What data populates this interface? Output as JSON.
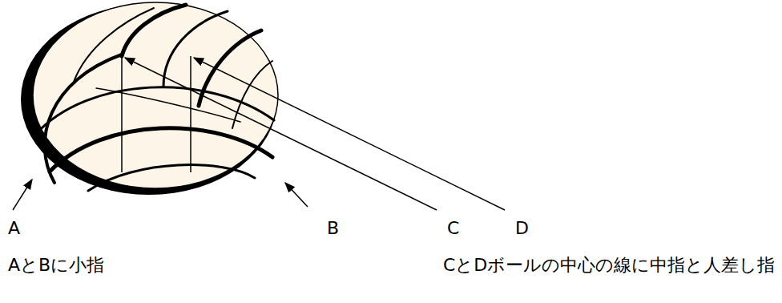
{
  "diagram": {
    "labels": [
      "A",
      "B",
      "C",
      "D",
      "AとBに小指",
      "CとDボールの中心の線に中指と人差し指"
    ]
  }
}
